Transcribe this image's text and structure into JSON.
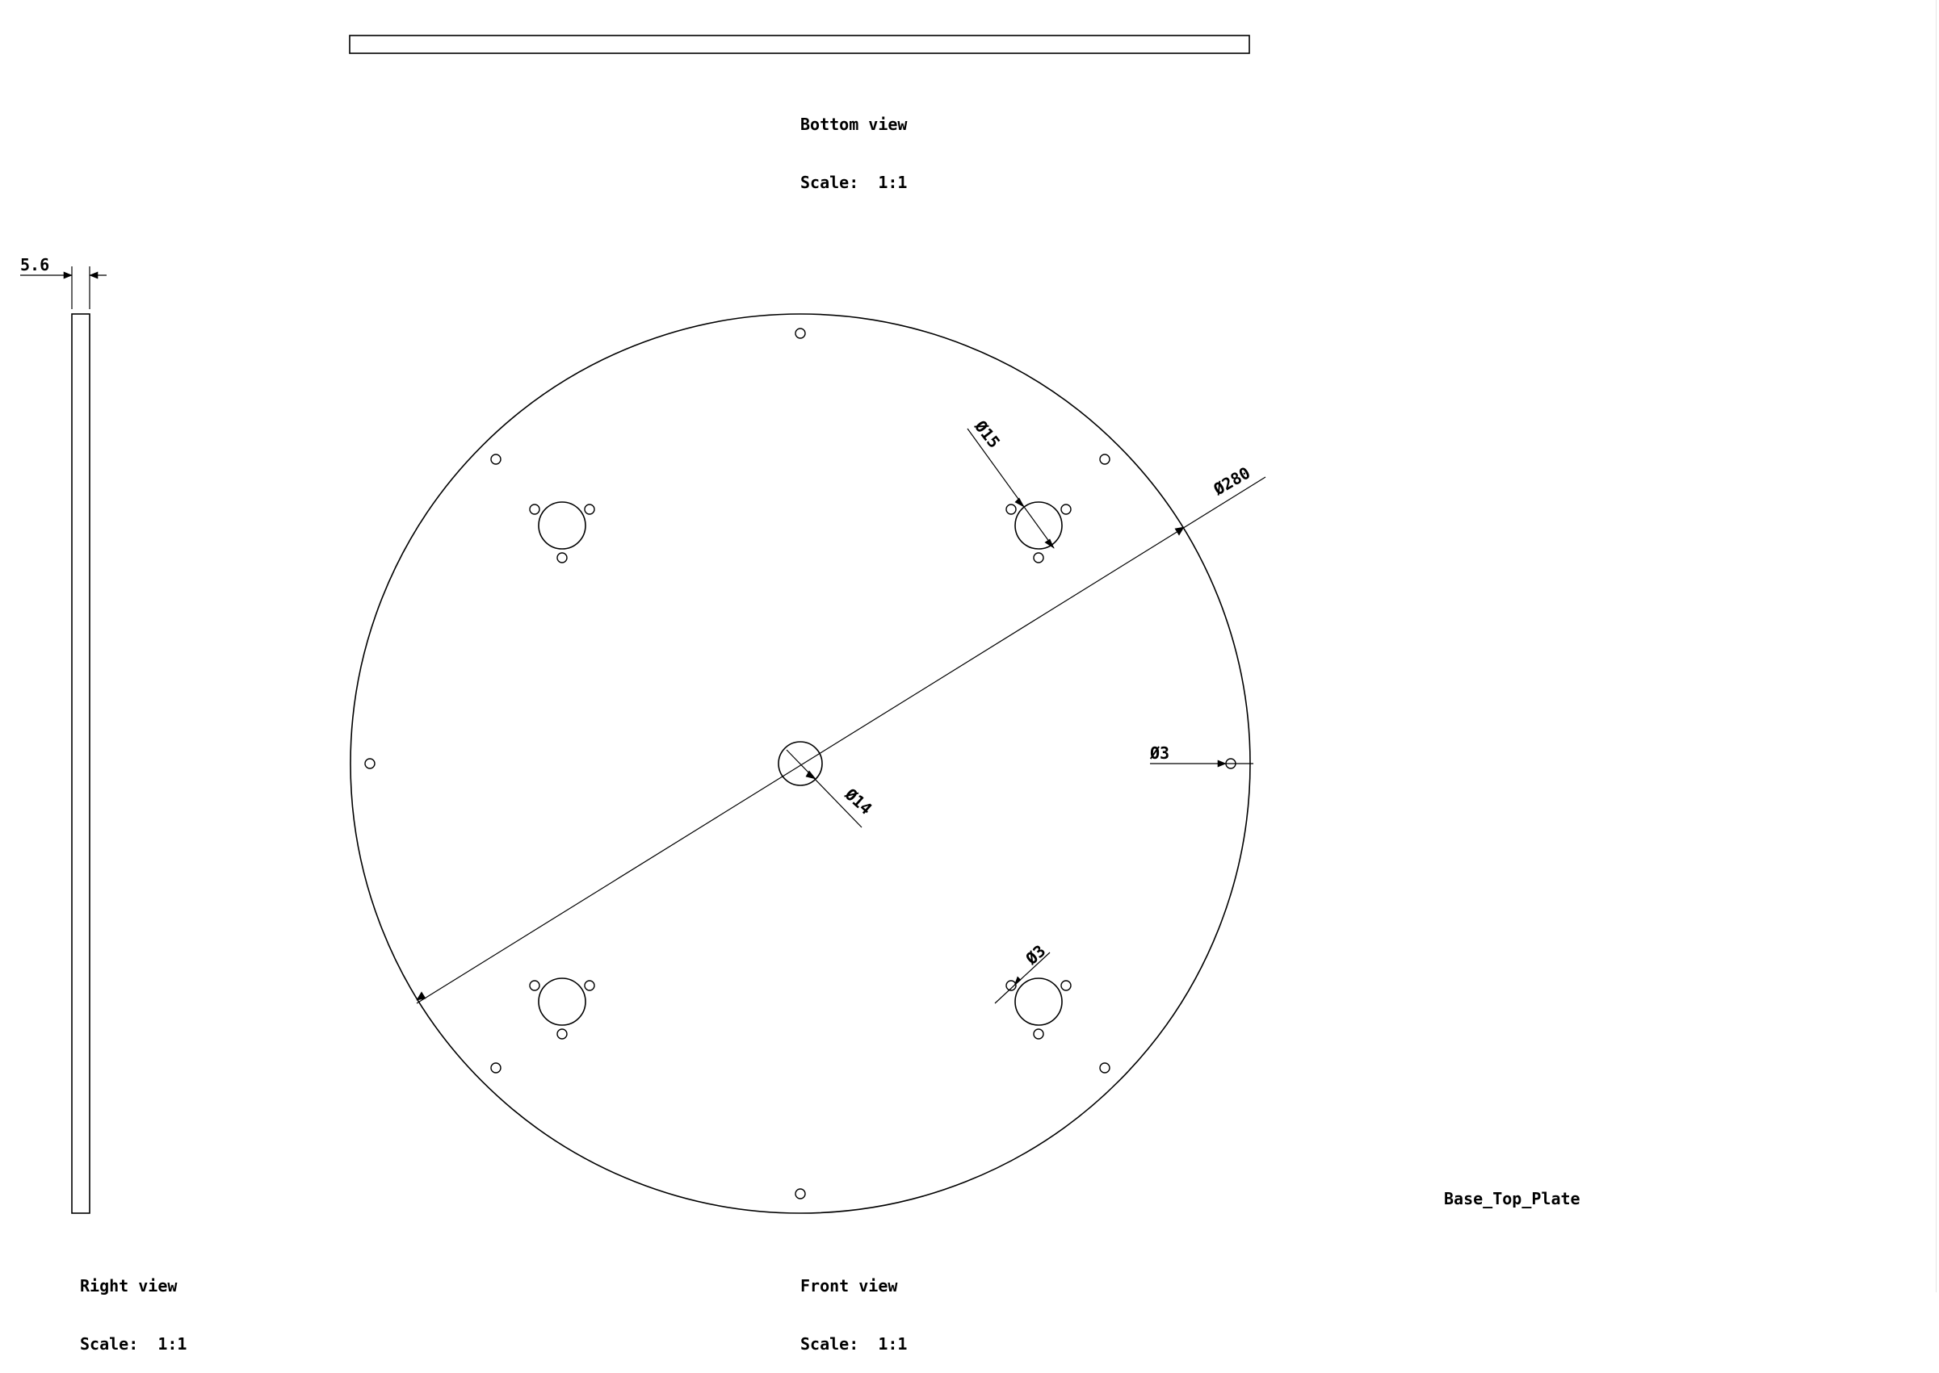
{
  "views": {
    "bottom": {
      "title": "Bottom view",
      "scale_label": "Scale:  1:1"
    },
    "right": {
      "title": "Right view",
      "scale_label": "Scale:  1:1"
    },
    "front": {
      "title": "Front view",
      "scale_label": "Scale:  1:1"
    }
  },
  "dimensions": {
    "thickness": "5.6",
    "plate_diameter": "Ø280",
    "center_hole": "Ø14",
    "boss_hole": "Ø15",
    "small_hole_edge": "Ø3",
    "small_hole_boss": "Ø3"
  },
  "part_name": "Base_Top_Plate",
  "colors": {
    "line": "#000000",
    "background": "#ffffff"
  }
}
